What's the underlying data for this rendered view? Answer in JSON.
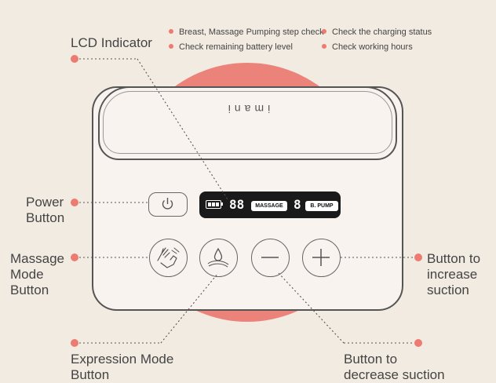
{
  "brand": "imani",
  "lcd": {
    "segment_left": "88",
    "massage_label": "MASSAGE",
    "segment_right": "8",
    "pump_label": "B. PUMP"
  },
  "labels": {
    "lcd_indicator": "LCD Indicator",
    "power_button": [
      "Power",
      "Button"
    ],
    "massage_mode": [
      "Massage",
      "Mode",
      "Button"
    ],
    "increase": [
      "Button to",
      "increase",
      "suction"
    ],
    "expression_mode": [
      "Expression Mode",
      "Button"
    ],
    "decrease": [
      "Button to",
      "decrease suction"
    ]
  },
  "features": [
    "Breast, Massage Pumping step check",
    "Check the charging status",
    "Check remaining battery level",
    "Check working hours"
  ],
  "colors": {
    "accent": "#ec7b72",
    "background": "#f2ebe1",
    "device_body": "#f8f3ee",
    "lcd": "#1a1a1a"
  },
  "icons": [
    "power-icon",
    "hand-massage-icon",
    "water-drop-icon",
    "minus-icon",
    "plus-icon",
    "battery-icon"
  ]
}
